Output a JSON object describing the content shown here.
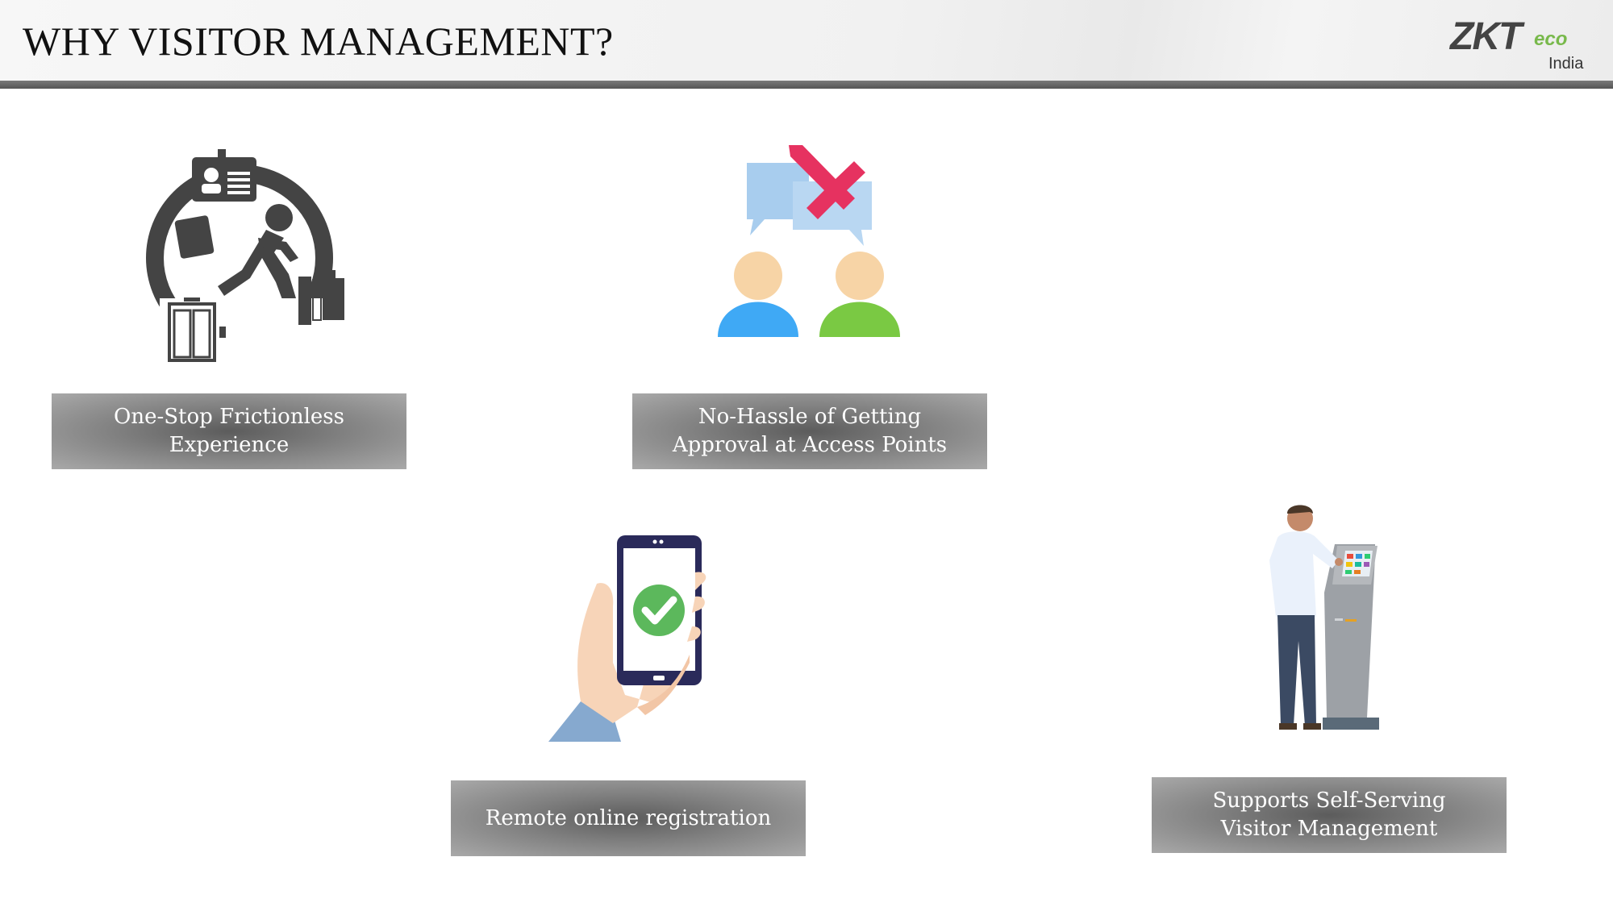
{
  "header": {
    "title": "WHY VISITOR MANAGEMENT?",
    "logo_main": "ZKT",
    "logo_eco": "eco",
    "logo_region": "India"
  },
  "cards": [
    {
      "lines": [
        "One-Stop Frictionless",
        "Experience"
      ],
      "icon": "running-person-access-icon"
    },
    {
      "lines": [
        "No-Hassle of Getting",
        "Approval at Access Points"
      ],
      "icon": "no-approval-people-icon"
    },
    {
      "lines": [
        "Remote online registration"
      ],
      "icon": "phone-check-icon"
    },
    {
      "lines": [
        "Supports Self-Serving",
        "Visitor Management"
      ],
      "icon": "kiosk-user-icon"
    }
  ],
  "colors": {
    "accent_red": "#e63260",
    "person_blue": "#3fa9f5",
    "person_green": "#7ac943",
    "check_green": "#5cb85c",
    "logo_green": "#78b94b"
  }
}
